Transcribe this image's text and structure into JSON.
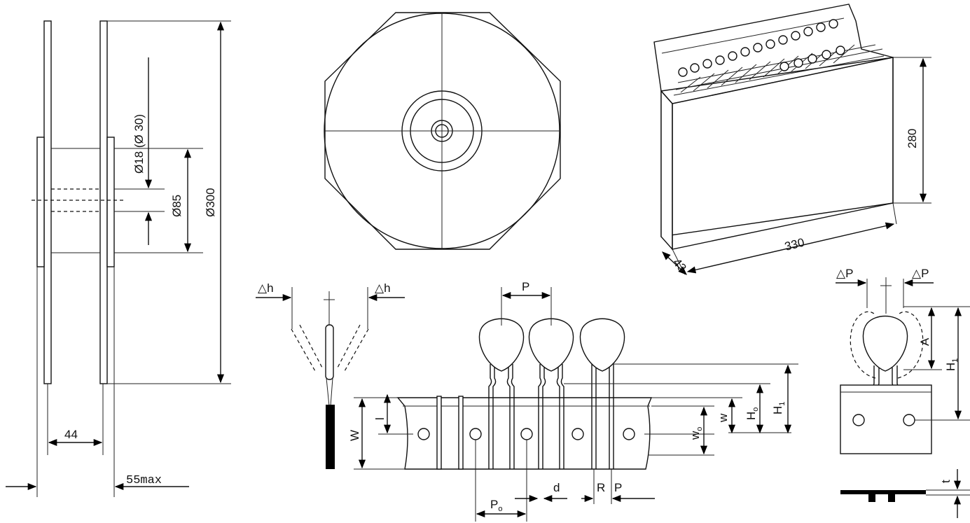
{
  "reel_side": {
    "dim_hub_bore": "Ø18 (Ø 30)",
    "dim_hub": "Ø85",
    "dim_reel": "Ø300",
    "dim_width": "44",
    "dim_max": "55max"
  },
  "box": {
    "dim_height": "280",
    "dim_length": "330",
    "dim_depth": "43"
  },
  "tape_tilt": {
    "delta_h_left": "△h",
    "delta_h_right": "△h"
  },
  "tape_front": {
    "pitch": "P",
    "hole_pitch": "P",
    "hole_pitch_sub": "o",
    "lead_dia": "d",
    "offset_r": "R",
    "offset_p": "P",
    "height_ho": "H",
    "height_ho_sub": "o",
    "height_h1": "H",
    "height_h1_sub": "1",
    "tape_w": "W",
    "tape_small_w": "w",
    "hole_wo": "w",
    "hole_wo_sub": "o",
    "left_l": "l"
  },
  "tape_side": {
    "delta_p_left": "△P",
    "delta_p_right": "△P",
    "dim_a": "A",
    "dim_h1": "H",
    "dim_h1_sub": "1",
    "dim_t": "t"
  }
}
